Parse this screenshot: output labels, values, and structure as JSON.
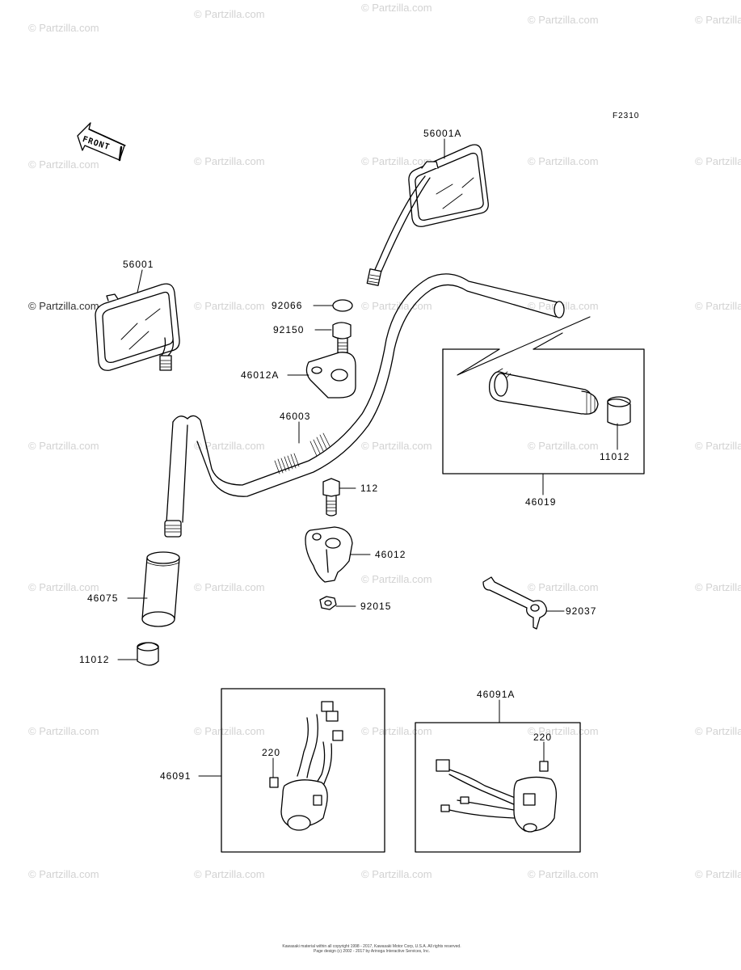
{
  "diagram_code": "F2310",
  "front_label": "FRONT",
  "watermark_text": "© Partzilla.com",
  "copyright_line1": "Kawasaki material within all copyright 1998 - 2017, Kawasaki Motor Corp, U.S.A. All rights reserved.",
  "copyright_line2": "Page design (c) 2002 - 2017 by Arinoga Interactive Services, Inc.",
  "parts": {
    "p56001A": "56001A",
    "p56001": "56001",
    "p92066": "92066",
    "p92150": "92150",
    "p46012A": "46012A",
    "p46003": "46003",
    "p11012a": "11012",
    "p46019": "46019",
    "p112": "112",
    "p46012": "46012",
    "p46075": "46075",
    "p92015": "92015",
    "p92037": "92037",
    "p11012b": "11012",
    "p46091A": "46091A",
    "p220a": "220",
    "p220b": "220",
    "p46091": "46091"
  }
}
